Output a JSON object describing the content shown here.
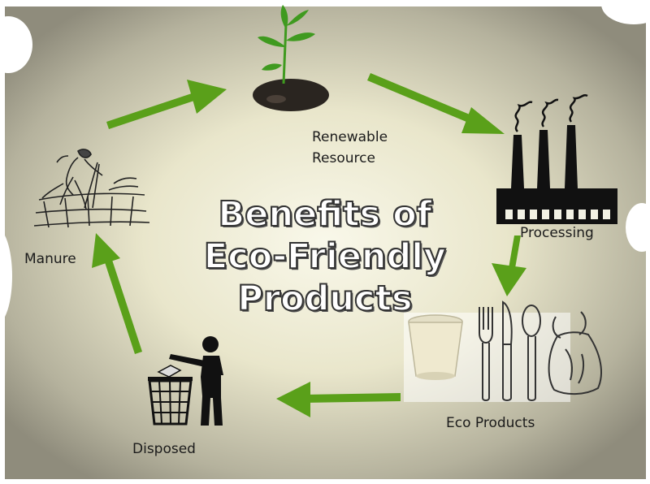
{
  "diagram": {
    "title_lines": [
      "Benefits of",
      "Eco-Friendly",
      "Products"
    ],
    "stages": {
      "renewable": "Renewable\nResource",
      "renewable_line1": "Renewable",
      "renewable_line2": "Resource",
      "processing": "Processing",
      "eco_products": "Eco Products",
      "disposed": "Disposed",
      "manure": "Manure"
    },
    "colors": {
      "arrow": "#5aa01a",
      "leaf": "#3f9a1f",
      "soil": "#2a2520",
      "factory": "#111111"
    },
    "icons": [
      "sprout-icon",
      "factory-icon",
      "cup-icon",
      "fork-icon",
      "knife-icon",
      "spoon-icon",
      "bag-icon",
      "dustbin-icon",
      "farmer-icon"
    ]
  }
}
